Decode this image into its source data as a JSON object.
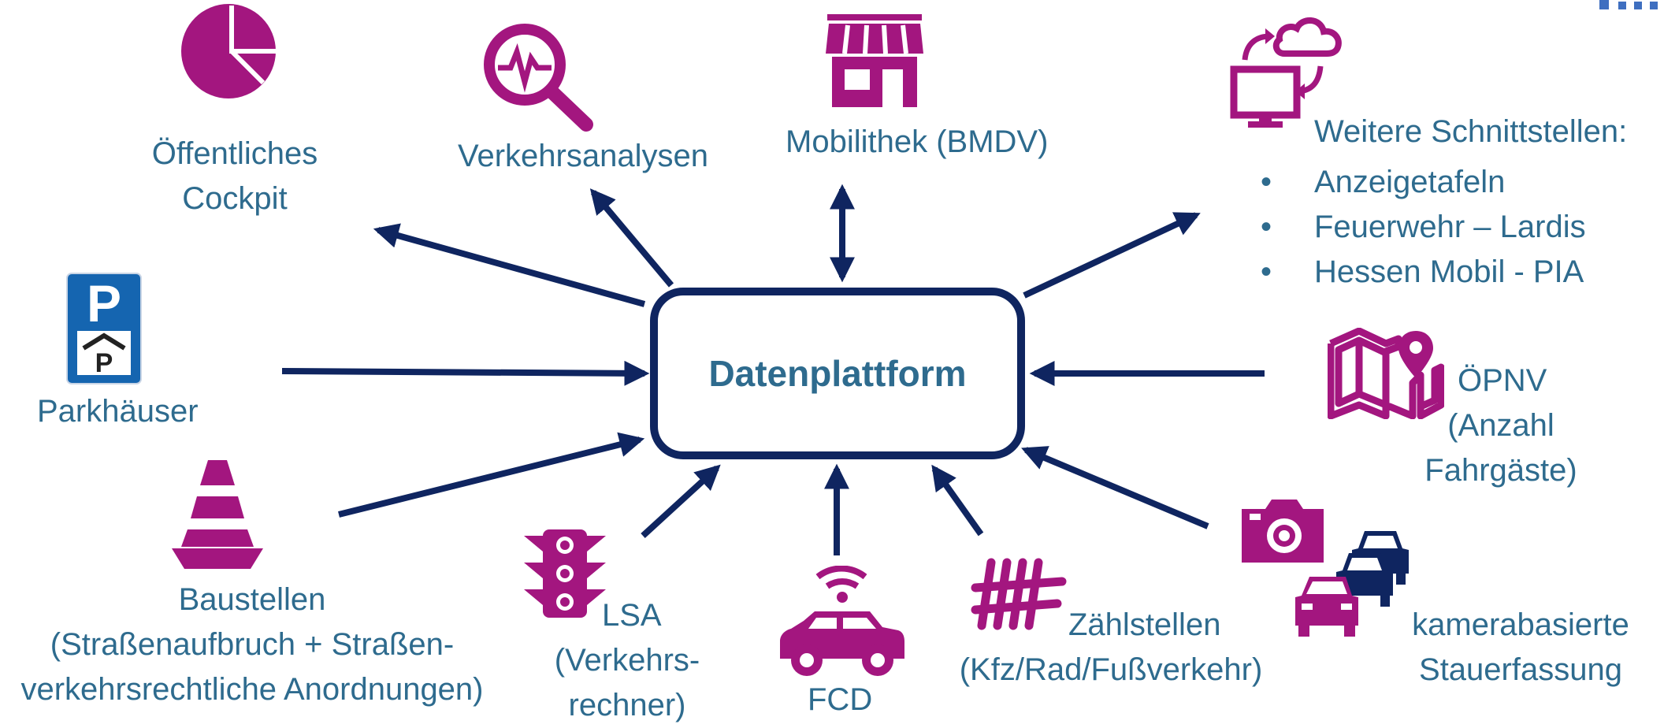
{
  "center": {
    "label": "Datenplattform"
  },
  "nodes": {
    "cockpit": {
      "line1": "Öffentliches",
      "line2": "Cockpit"
    },
    "analysen": {
      "label": "Verkehrsanalysen"
    },
    "mobilithek": {
      "label": "Mobilithek (BMDV)"
    },
    "schnittstellen": {
      "heading": "Weitere Schnittstellen:",
      "items": [
        "Anzeigetafeln",
        "Feuerwehr – Lardis",
        "Hessen Mobil - PIA"
      ]
    },
    "parkhaeuser": {
      "label": "Parkhäuser",
      "sign_top": "P",
      "sign_bottom": "P"
    },
    "oepnv": {
      "line1": "ÖPNV",
      "line2": "(Anzahl",
      "line3": "Fahrgäste)"
    },
    "baustellen": {
      "line1": "Baustellen",
      "line2": "(Straßenaufbruch + Straßen-",
      "line3": "verkehrsrechtliche Anordnungen)"
    },
    "lsa": {
      "line1": "LSA",
      "line2": "(Verkehrs-",
      "line3": "rechner)"
    },
    "fcd": {
      "label": "FCD"
    },
    "zaehlstellen": {
      "line1": "Zählstellen",
      "line2": "(Kfz/Rad/Fußverkehr)"
    },
    "kamera": {
      "line1": "kamerabasierte",
      "line2": "Stauerfassung"
    }
  },
  "colors": {
    "arrow": "#0f2560",
    "icon": "#a3167f",
    "text": "#2e6b8e",
    "sign": "#1565b0"
  },
  "icons": [
    "pie-chart-icon",
    "analysis-magnifier-icon",
    "storefront-icon",
    "computer-cloud-sync-icon",
    "parking-sign-icon",
    "map-pin-icon",
    "traffic-cone-icon",
    "traffic-light-icon",
    "connected-car-icon",
    "tally-marks-icon",
    "camera-icon",
    "traffic-jam-icon"
  ]
}
